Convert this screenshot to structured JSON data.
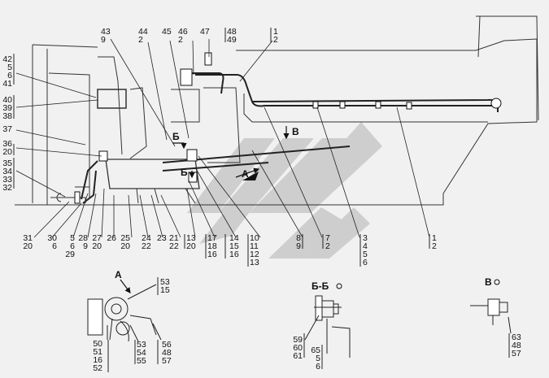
{
  "diagram": {
    "callouts": [
      {
        "id": "c-43-9",
        "lines": [
          "43",
          "9"
        ]
      },
      {
        "id": "c-44-2",
        "lines": [
          "44",
          "2"
        ]
      },
      {
        "id": "c-45",
        "lines": [
          "45"
        ]
      },
      {
        "id": "c-46-2",
        "lines": [
          "46",
          "2"
        ]
      },
      {
        "id": "c-47",
        "lines": [
          "47"
        ]
      },
      {
        "id": "c-48-49",
        "lines": [
          "48",
          "49"
        ]
      },
      {
        "id": "c-1-2-top",
        "lines": [
          "1",
          "2"
        ]
      },
      {
        "id": "c-42-5-6-41",
        "lines": [
          "42",
          "5",
          "6",
          "41"
        ]
      },
      {
        "id": "c-40-39-38",
        "lines": [
          "40",
          "39",
          "38"
        ]
      },
      {
        "id": "c-37",
        "lines": [
          "37"
        ]
      },
      {
        "id": "c-36-20",
        "lines": [
          "36",
          "20"
        ]
      },
      {
        "id": "c-35-34-33-32",
        "lines": [
          "35",
          "34",
          "33",
          "32"
        ]
      },
      {
        "id": "c-31-20",
        "lines": [
          "31",
          "20"
        ]
      },
      {
        "id": "c-30-6",
        "lines": [
          "30",
          "6"
        ]
      },
      {
        "id": "c-5-6-29",
        "lines": [
          "5",
          "6",
          "29"
        ]
      },
      {
        "id": "c-28-9",
        "lines": [
          "28",
          "9"
        ]
      },
      {
        "id": "c-27-20",
        "lines": [
          "27",
          "20"
        ]
      },
      {
        "id": "c-26",
        "lines": [
          "26"
        ]
      },
      {
        "id": "c-25-20",
        "lines": [
          "25",
          "20"
        ]
      },
      {
        "id": "c-24-22",
        "lines": [
          "24",
          "22"
        ]
      },
      {
        "id": "c-23",
        "lines": [
          "23"
        ]
      },
      {
        "id": "c-21-22",
        "lines": [
          "21",
          "22"
        ]
      },
      {
        "id": "c-13-20",
        "lines": [
          "13",
          "20"
        ]
      },
      {
        "id": "c-17-18-16",
        "lines": [
          "17",
          "18",
          "16"
        ]
      },
      {
        "id": "c-14-15-16",
        "lines": [
          "14",
          "15",
          "16"
        ]
      },
      {
        "id": "c-10-11-12-13",
        "lines": [
          "10",
          "11",
          "12",
          "13"
        ]
      },
      {
        "id": "c-8-9",
        "lines": [
          "8",
          "9"
        ]
      },
      {
        "id": "c-7-2",
        "lines": [
          "7",
          "2"
        ]
      },
      {
        "id": "c-3-4-5-6",
        "lines": [
          "3",
          "4",
          "5",
          "6"
        ]
      },
      {
        "id": "c-1-2-bottom",
        "lines": [
          "1",
          "2"
        ]
      },
      {
        "id": "c-53-15",
        "lines": [
          "53",
          "15"
        ]
      },
      {
        "id": "c-50-51-16-52",
        "lines": [
          "50",
          "51",
          "16",
          "52"
        ]
      },
      {
        "id": "c-53-54-55",
        "lines": [
          "53",
          "54",
          "55"
        ]
      },
      {
        "id": "c-56-48-57",
        "lines": [
          "56",
          "48",
          "57"
        ]
      },
      {
        "id": "c-59-60-61",
        "lines": [
          "59",
          "60",
          "61"
        ]
      },
      {
        "id": "c-65-5-6",
        "lines": [
          "65",
          "5",
          "6"
        ]
      },
      {
        "id": "c-63-48-57",
        "lines": [
          "63",
          "48",
          "57"
        ]
      }
    ],
    "view_labels": {
      "B_top": "Б",
      "B_mid": "Б",
      "V_arrow": "В",
      "A_arrow": "А",
      "A_view": "А",
      "BB_section": "Б-Б",
      "V_view": "В"
    }
  }
}
